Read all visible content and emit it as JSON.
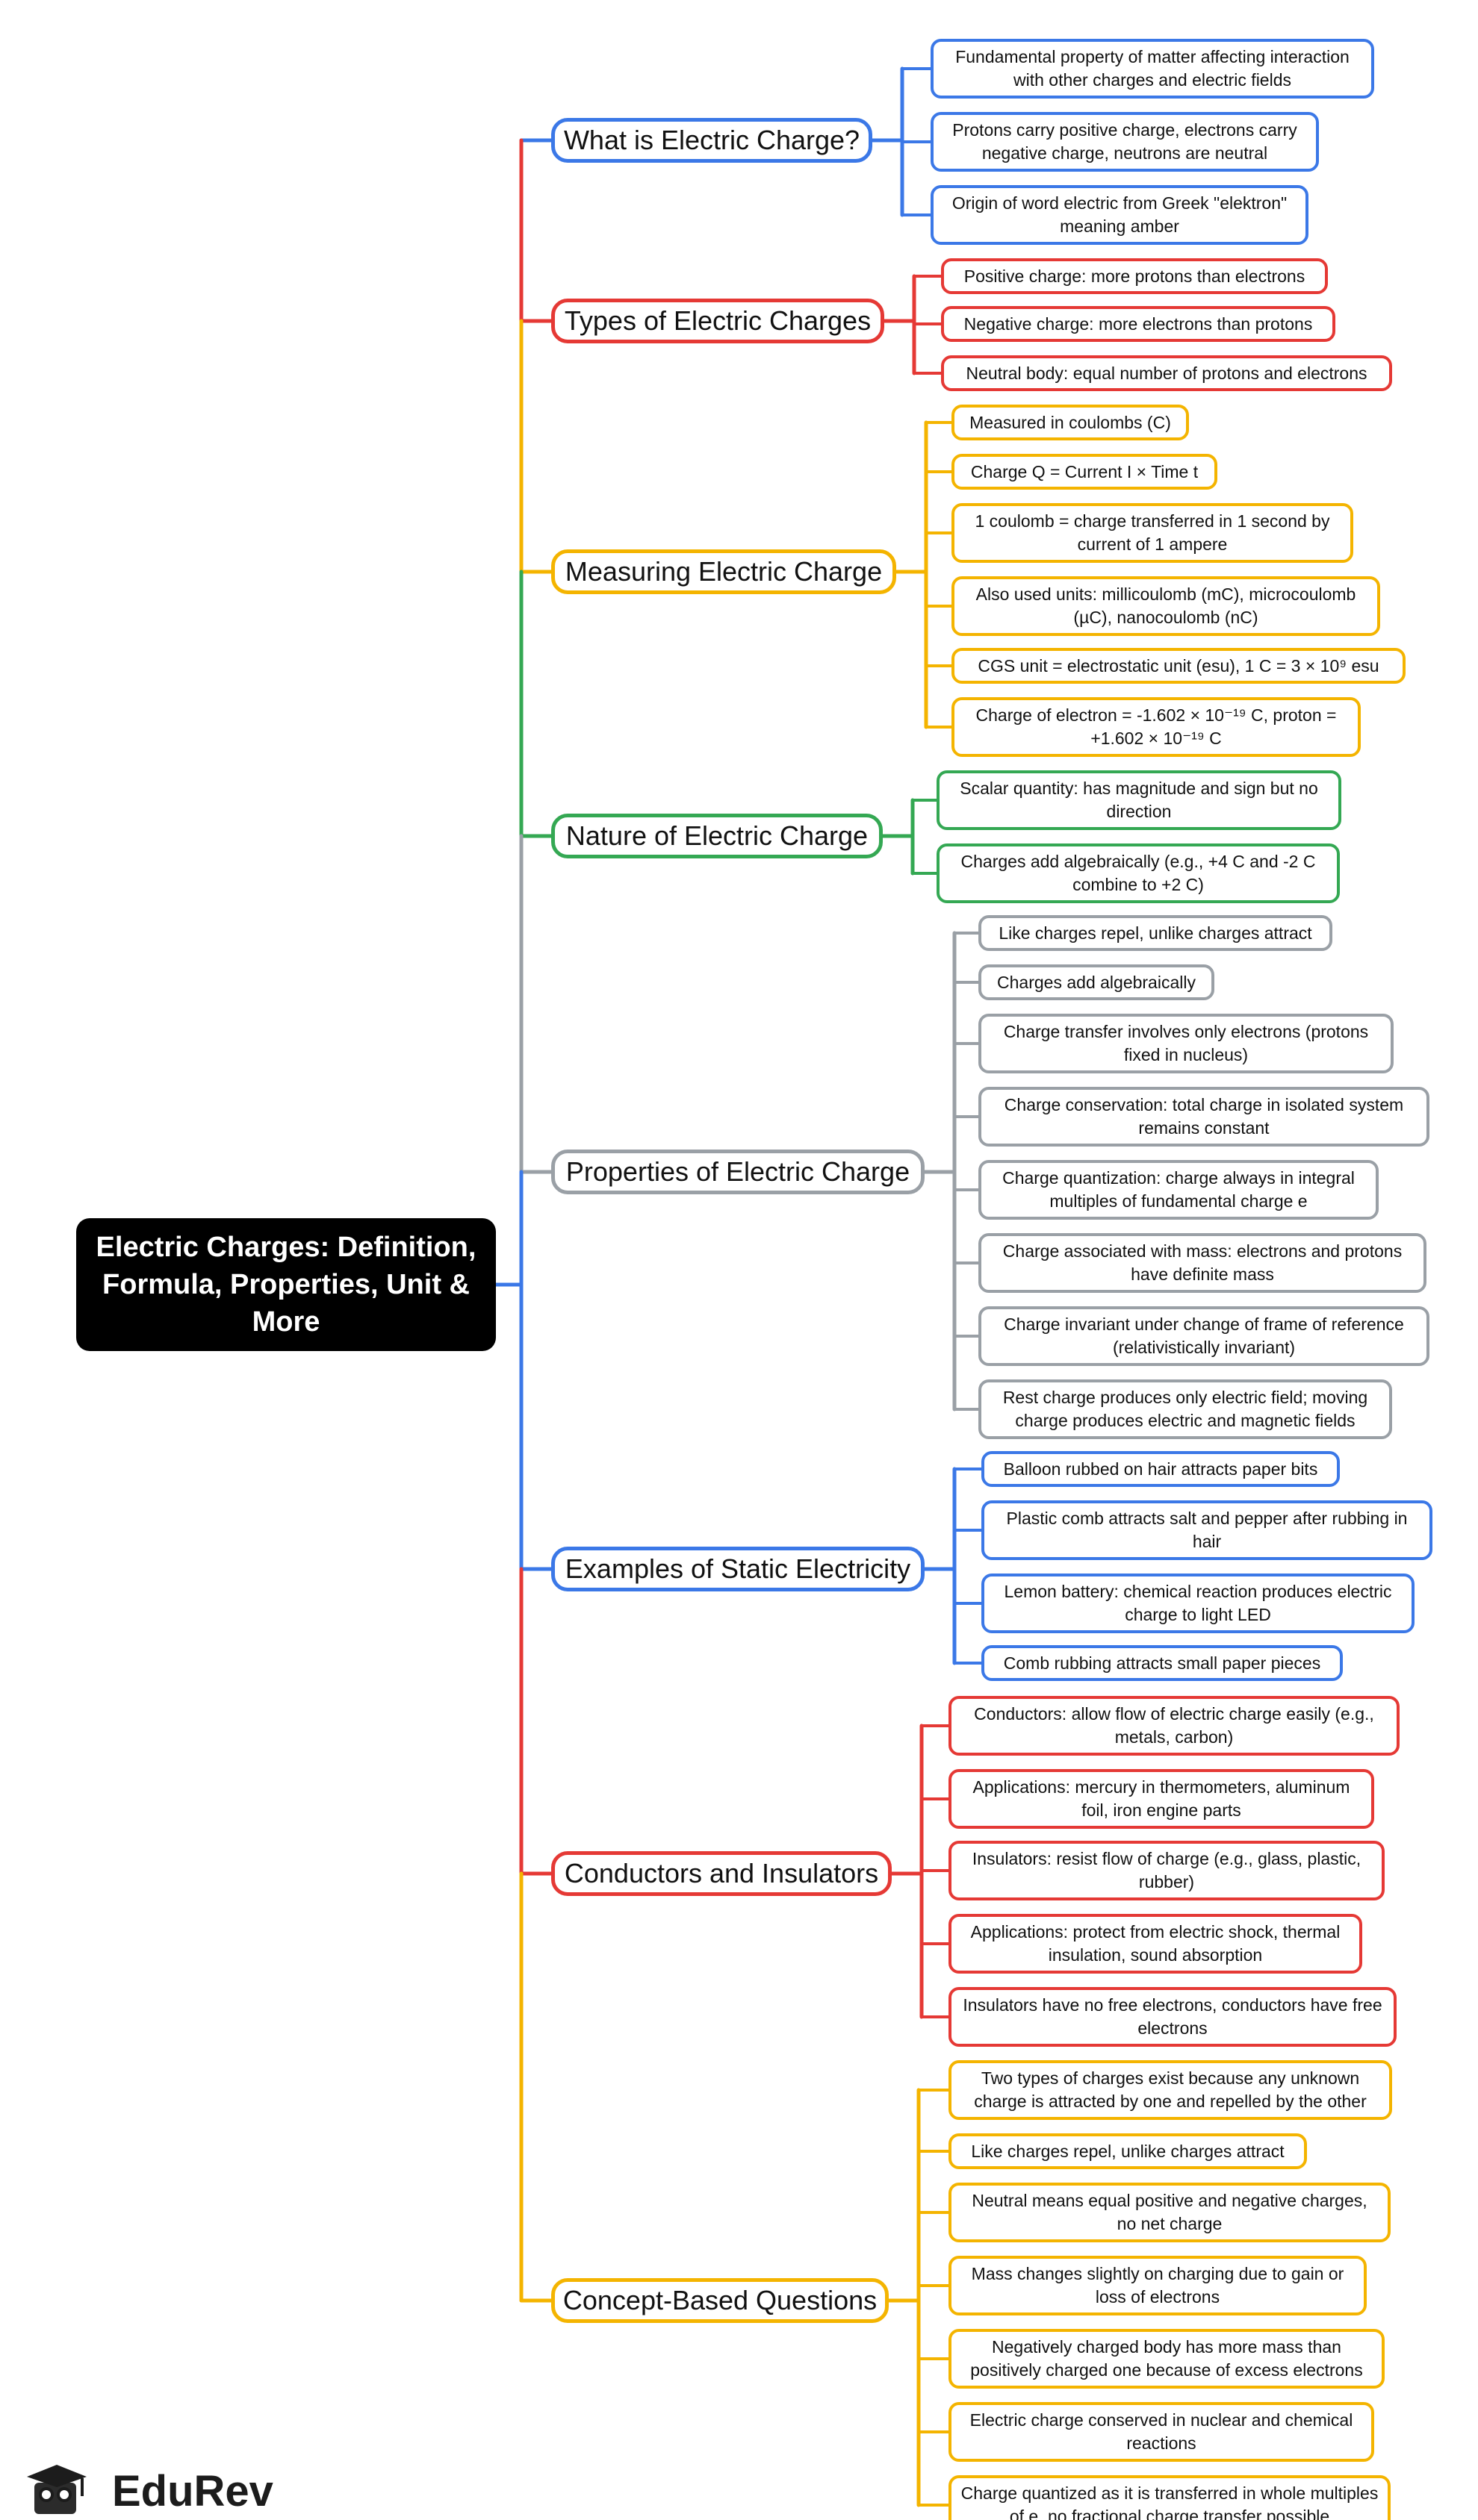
{
  "root": "Electric Charges: Definition, Formula, Properties, Unit & More",
  "brand": "EduRev",
  "colors": {
    "blue": "#3b78e7",
    "red": "#e53935",
    "yellow": "#f4b400",
    "green": "#34a853",
    "gray": "#9aa0a6"
  },
  "branches": [
    {
      "label": "What is Electric Charge?",
      "color": "blue",
      "children": [
        "Fundamental property of matter affecting interaction with other charges and electric fields",
        "Protons carry positive charge, electrons carry negative charge, neutrons are neutral",
        "Origin of word electric from Greek \"elektron\" meaning amber"
      ]
    },
    {
      "label": "Types of Electric Charges",
      "color": "red",
      "children": [
        "Positive charge: more protons than electrons",
        "Negative charge: more electrons than protons",
        "Neutral body: equal number of protons and electrons"
      ]
    },
    {
      "label": "Measuring Electric Charge",
      "color": "yellow",
      "children": [
        "Measured in coulombs (C)",
        "Charge Q = Current I × Time t",
        "1 coulomb = charge transferred in 1 second by current of 1 ampere",
        "Also used units: millicoulomb (mC), microcoulomb (µC), nanocoulomb (nC)",
        "CGS unit = electrostatic unit (esu), 1 C = 3 × 10⁹ esu",
        "Charge of electron = -1.602 × 10⁻¹⁹ C, proton = +1.602 × 10⁻¹⁹ C"
      ]
    },
    {
      "label": "Nature of Electric Charge",
      "color": "green",
      "children": [
        "Scalar quantity: has magnitude and sign but no direction",
        "Charges add algebraically (e.g., +4 C and -2 C combine to +2 C)"
      ]
    },
    {
      "label": "Properties of Electric Charge",
      "color": "gray",
      "children": [
        "Like charges repel, unlike charges attract",
        "Charges add algebraically",
        "Charge transfer involves only electrons (protons fixed in nucleus)",
        "Charge conservation: total charge in isolated system remains constant",
        "Charge quantization: charge always in integral multiples of fundamental charge e",
        "Charge associated with mass: electrons and protons have definite mass",
        "Charge invariant under change of frame of reference (relativistically invariant)",
        "Rest charge produces only electric field; moving charge produces electric and magnetic fields"
      ]
    },
    {
      "label": "Examples of Static Electricity",
      "color": "blue",
      "children": [
        "Balloon rubbed on hair attracts paper bits",
        "Plastic comb attracts salt and pepper after rubbing in hair",
        "Lemon battery: chemical reaction produces electric charge to light LED",
        "Comb rubbing attracts small paper pieces"
      ]
    },
    {
      "label": "Conductors and Insulators",
      "color": "red",
      "children": [
        "Conductors: allow flow of electric charge easily (e.g., metals, carbon)",
        "Applications: mercury in thermometers, aluminum foil, iron engine parts",
        "Insulators: resist flow of charge (e.g., glass, plastic, rubber)",
        "Applications: protect from electric shock, thermal insulation, sound absorption",
        "Insulators have no free electrons, conductors have free electrons"
      ]
    },
    {
      "label": "Concept-Based Questions",
      "color": "yellow",
      "children": [
        "Two types of charges exist because any unknown charge is attracted by one and repelled by the other",
        "Like charges repel, unlike charges attract",
        "Neutral means equal positive and negative charges, no net charge",
        "Mass changes slightly on charging due to gain or loss of electrons",
        "Negatively charged body has more mass than positively charged one because of excess electrons",
        "Electric charge conserved in nuclear and chemical reactions",
        "Charge quantized as it is transferred in whole multiples of e, no fractional charge transfer possible"
      ]
    }
  ]
}
